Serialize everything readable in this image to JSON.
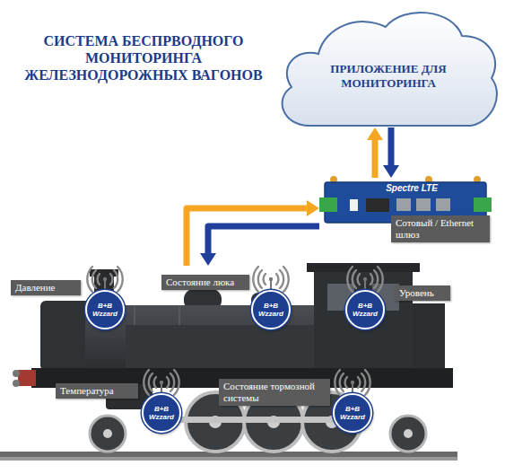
{
  "diagram": {
    "title": "СИСТЕМА БЕСПРВОДНОГО МОНИТОРИНГА ЖЕЛЕЗНОДОРОЖНЫХ ВАГОНОВ",
    "nodes": [
      {
        "text": [
          "ПРИЛОЖЕНИЕ ДЛЯ МОНИТОРИНГА"
        ]
      },
      {
        "text": [
          "Spectre LTE",
          "Сотовый / Ethernet шлюз"
        ]
      },
      {
        "text": [
          "Давление",
          "B+B Wzzard"
        ]
      },
      {
        "text": [
          "Состояние люка",
          "B+B Wzzard"
        ]
      },
      {
        "text": [
          "Уровень",
          "B+B Wzzard"
        ]
      },
      {
        "text": [
          "Температура",
          "B+B Wzzard"
        ]
      },
      {
        "text": [
          "Состояние тормозной системы",
          "B+B Wzzard"
        ]
      }
    ],
    "edges": [
      {
        "from": 1,
        "to": 0,
        "arrow": "to"
      },
      {
        "from": 0,
        "to": 1,
        "arrow": "to"
      },
      {
        "from": 3,
        "to": 1,
        "arrow": "to"
      },
      {
        "from": 1,
        "to": 3,
        "arrow": "to"
      }
    ]
  }
}
